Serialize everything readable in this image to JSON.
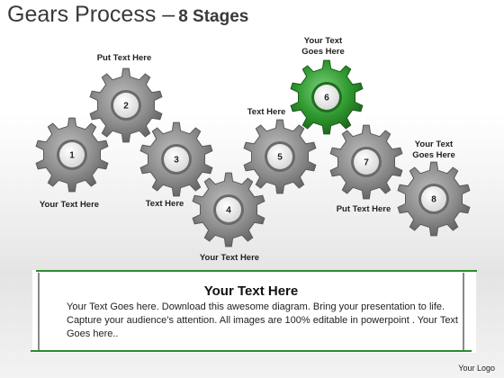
{
  "title": {
    "main": "Gears Process –",
    "sub": "8 Stages"
  },
  "gears": [
    {
      "number": "1",
      "color": "gray"
    },
    {
      "number": "2",
      "color": "gray"
    },
    {
      "number": "3",
      "color": "gray"
    },
    {
      "number": "4",
      "color": "gray"
    },
    {
      "number": "5",
      "color": "gray"
    },
    {
      "number": "6",
      "color": "green"
    },
    {
      "number": "7",
      "color": "gray"
    },
    {
      "number": "8",
      "color": "gray"
    }
  ],
  "labels": [
    "Your Text Here",
    "Put Text Here",
    "Text Here",
    "Your Text Here",
    "Text Here",
    "Your Text\nGoes Here",
    "Put Text Here",
    "Your Text\nGoes Here"
  ],
  "panel": {
    "title": "Your Text Here",
    "body": "Your Text Goes here. Download this awesome diagram. Bring your presentation to life. Capture your audience’s attention. All images are 100% editable in powerpoint . Your Text Goes here.."
  },
  "logo": "Your Logo",
  "colors": {
    "gear_gray": "#8c8c8c",
    "gear_green": "#2f9a2f",
    "accent_line": "#2e8b2e"
  }
}
